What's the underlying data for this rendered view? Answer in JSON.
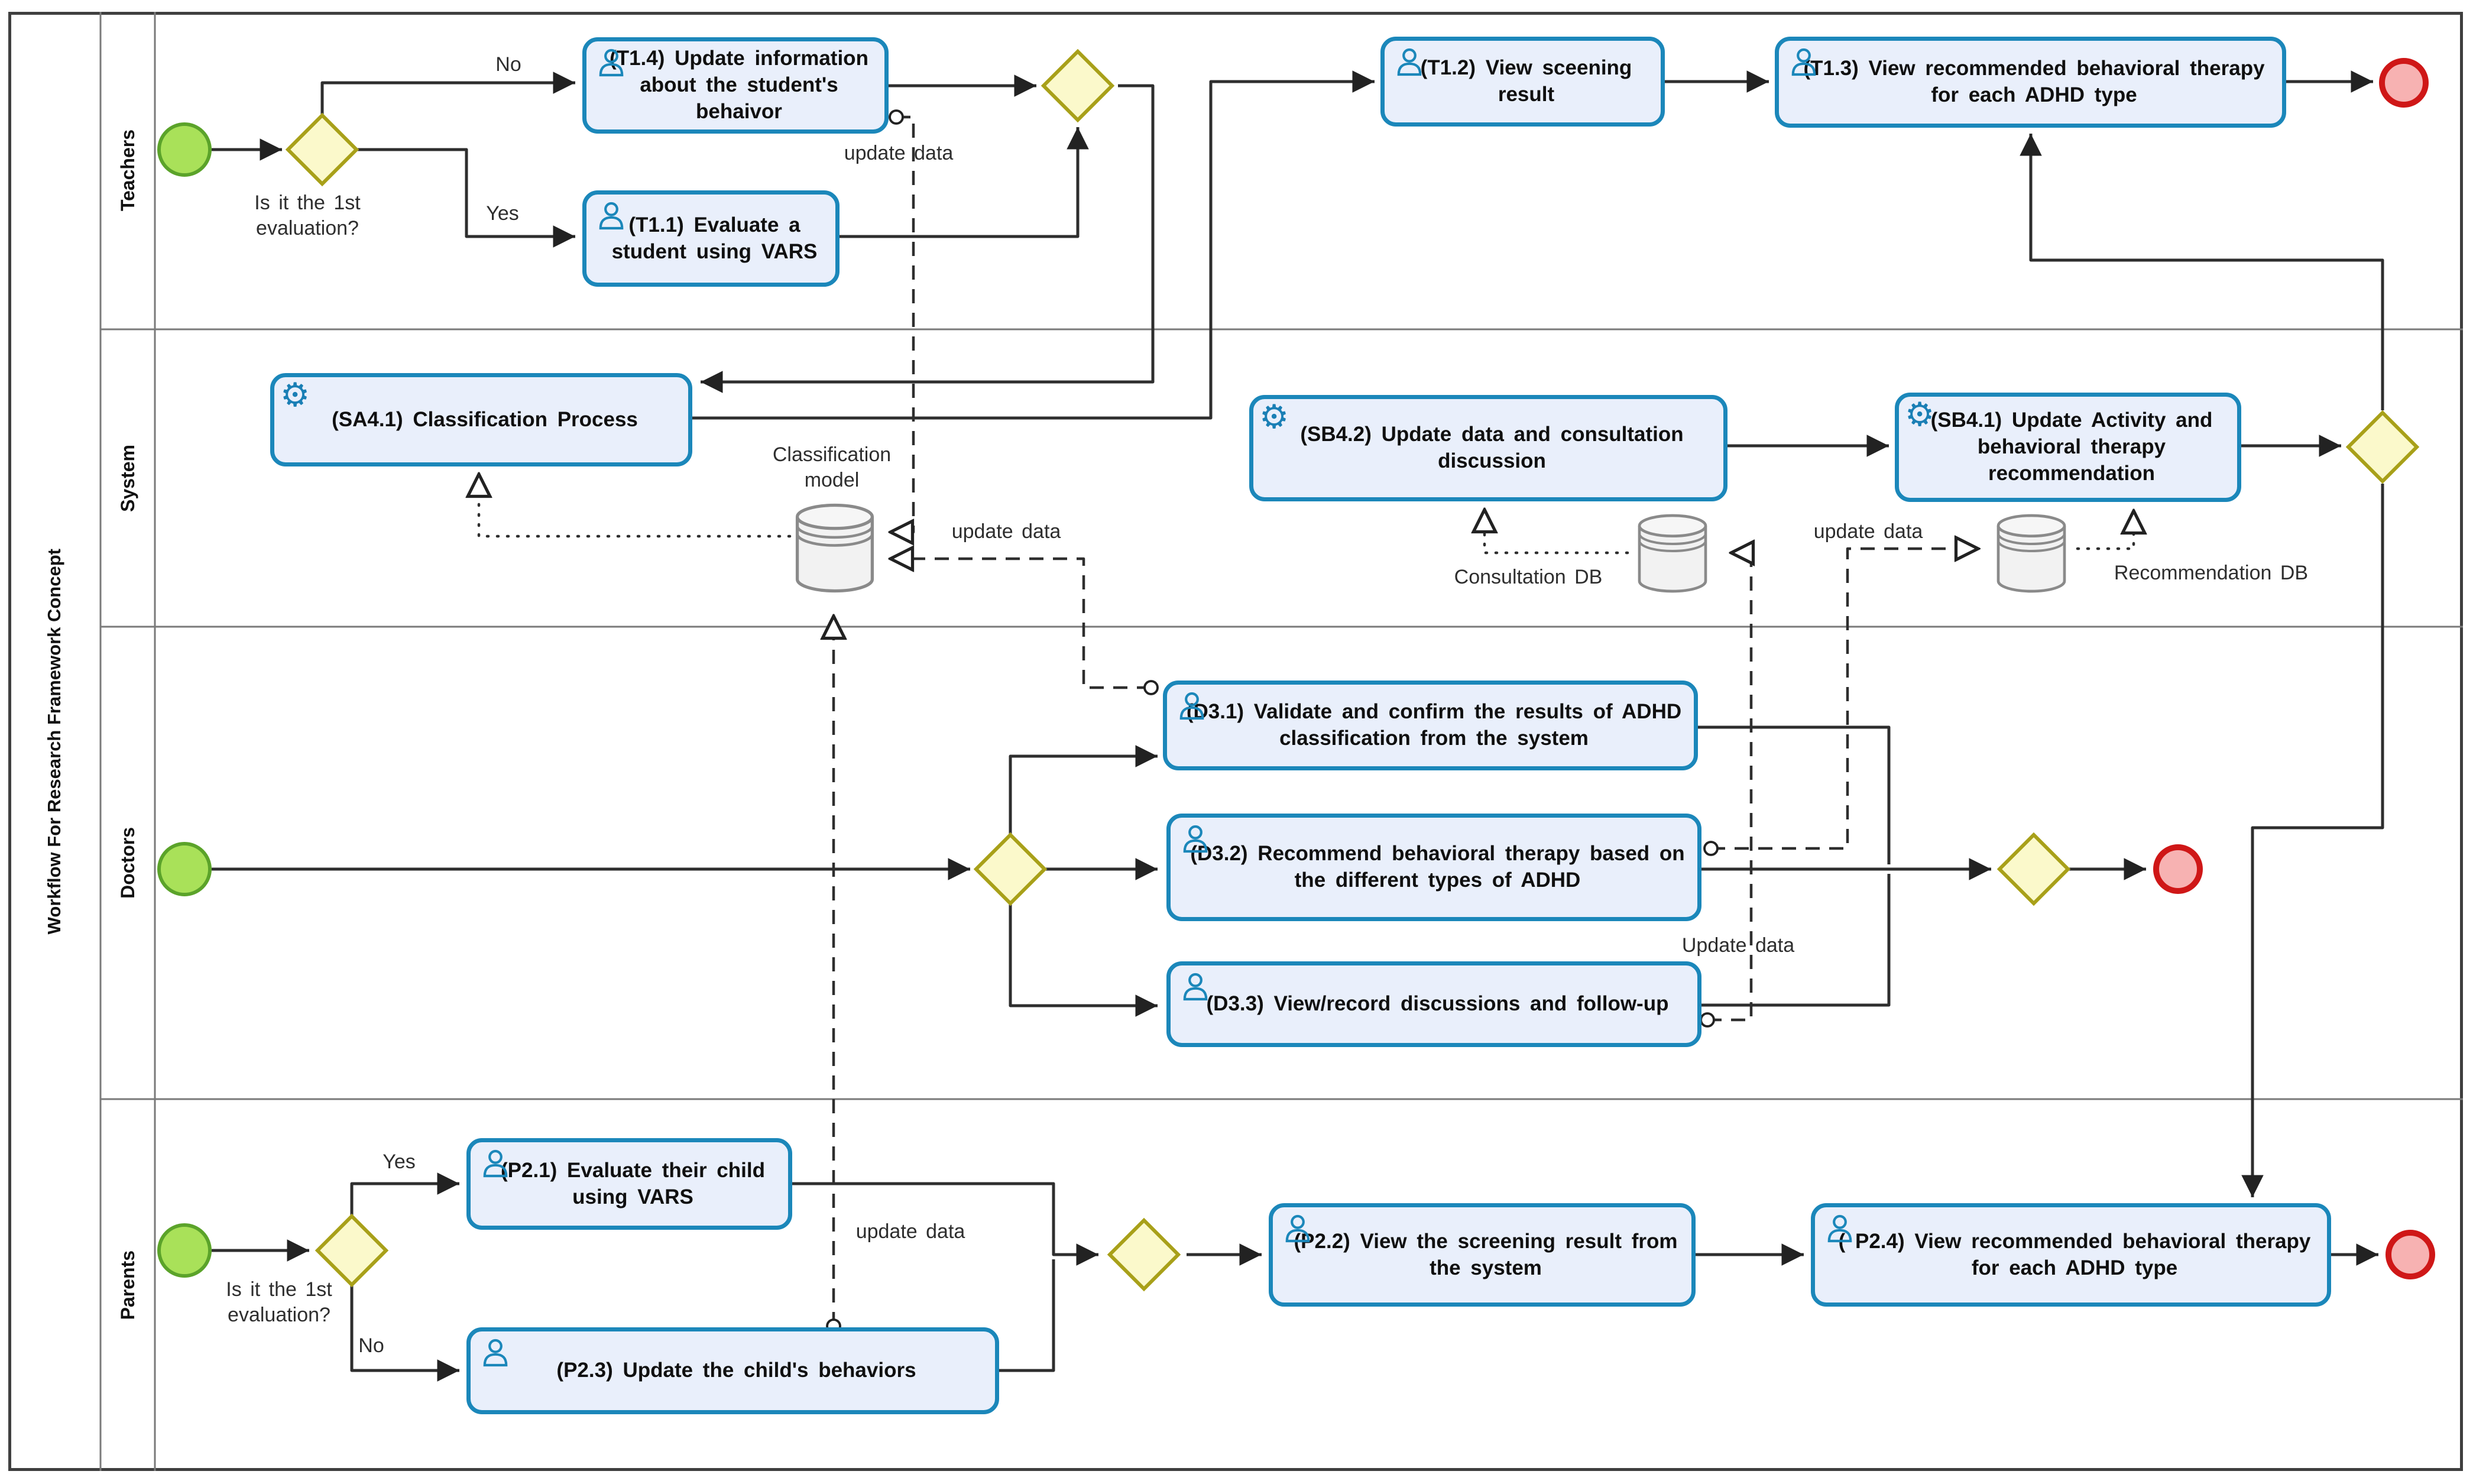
{
  "pool": {
    "title": "Workflow For Research Framework Concept"
  },
  "lanes": {
    "teachers": "Teachers",
    "system": "System",
    "doctors": "Doctors",
    "parents": "Parents"
  },
  "tasks": {
    "t14": "(T1.4) Update information about the student's behaivor",
    "t11": "(T1.1) Evaluate a student using VARS",
    "t12": "(T1.2) View sceening result",
    "t13": "(T1.3) View recommended behavioral therapy for each ADHD type",
    "sa41": "(SA4.1) Classification Process",
    "sb42": "(SB4.2) Update data and consultation discussion",
    "sb41": "(SB4.1) Update Activity and behavioral therapy recommendation",
    "d31": "(D3.1) Validate and confirm the results of ADHD classification from the system",
    "d32": "(D3.2) Recommend behavioral therapy based on the different types of ADHD",
    "d33": "(D3.3) View/record discussions and follow-up",
    "p21": "(P2.1) Evaluate their child using VARS",
    "p23": "(P2.3) Update the child's behaviors",
    "p22": "(P2.2) View the screening result from the system",
    "p24": "( P2.4) View recommended behavioral therapy for each ADHD type"
  },
  "labels": {
    "no_teachers": "No",
    "yes_teachers": "Yes",
    "question_teachers": "Is it the 1st\nevaluation?",
    "update_data_teachers": "update data",
    "classification_model": "Classification\nmodel",
    "update_data_classification": "update data",
    "consultation_db": "Consultation DB",
    "update_data_system": "update data",
    "recommendation_db": "Recommendation DB",
    "update_data_doctors": "Update data",
    "yes_parents": "Yes",
    "no_parents": "No",
    "question_parents": "Is it the 1st\nevaluation?",
    "update_data_parents": "update data"
  },
  "colors": {
    "task_border": "#1b87ba",
    "task_fill": "#e9effb",
    "gateway_fill": "#fbf9cb",
    "gateway_border": "#a8a019",
    "start_fill": "#a9e159",
    "start_border": "#5ba32a",
    "end_fill": "#f7b2b2",
    "end_border": "#cf1717",
    "flow_line": "#2e2e2e",
    "lane_line": "#7a7a7a",
    "db_fill": "#f2f2f2",
    "db_border": "#8a8a8a"
  }
}
